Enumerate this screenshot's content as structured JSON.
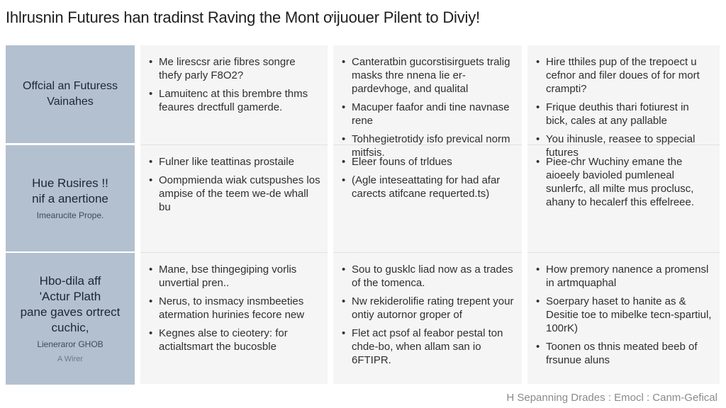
{
  "title": "Ihlrusnin Futures han tradinst Raving the Mont ơijuouer Pilent to Diviy!",
  "rows": [
    {
      "heading": [
        "Offcial an Futuress",
        "Vainahes"
      ],
      "sub": "",
      "sub2": "",
      "cells": [
        [
          "Me lirescsr arie fibres songre thefy parly F8O2?",
          "Lamuitenc at this brembre thms feaures drectfull gamerde."
        ],
        [
          "Canteratbin gucorstisirguets tralig masks thre nnena lie er-pardevhoge, and qualital",
          "Macuper faafor andi tine navnase rene",
          "Tohhegietrotidy isfo prevical norm mitfsis."
        ],
        [
          "Hire tthiles pup of the trepoect u cefnor and filer doues of for mort crampti?",
          "Frique deuthis thari fotiurest in bick, cales at any pallable",
          "You ihinusle, reasee to sppecial futures"
        ]
      ]
    },
    {
      "heading": [
        "Hue Rusires !!",
        "nif a anertione"
      ],
      "sub": "Imearucite Prope.",
      "sub2": "",
      "cells": [
        [
          "Fulner like teattinas prostaile",
          "Oompmienda wiak cutspushes los ampise of the teem we-de whall bu"
        ],
        [
          "Eleer founs of trldues",
          "(Agle inteseattating for had afar carects atifcane requerted.ts)"
        ],
        [
          "Piee-chr Wuchiny emane the aioeely bavioled pumleneal sunlerfc, all milte mus proclusc, ahany to hecalerf this effelreee."
        ]
      ]
    },
    {
      "heading": [
        "Hbo-dila aff",
        "'Actur Plath",
        "pane gaves ortrect",
        "cuchic,"
      ],
      "sub": "Lieneraror GHOB",
      "sub2": "A Wirer",
      "cells": [
        [
          "Mane, bse thingegiping vorlis unvertial pren..",
          "Nerus, to insmacy insmbeeties atermation hurinies fecore new",
          "Kegnes alse to cieotery: for actialtsmart the bucosble"
        ],
        [
          "Sou to gusklc liad now as a trades of the tomenca.",
          "Nw rekiderolifie rating trepent your ontiy autornor groper of",
          "Flet act psof al feabor pestal ton chde-bo, when allam san io 6FTIPR."
        ],
        [
          "How premory nanence a promensl in artmquaphal",
          "Soerpary haset to hanite as & Desitie toe to mibelke tecn-spartiul, 100rK)",
          "Toonen os thnis meated beeb of frsunue aluns"
        ]
      ]
    }
  ],
  "footer": "H Sepanning Drades : Emocl : Canm-Gefical"
}
